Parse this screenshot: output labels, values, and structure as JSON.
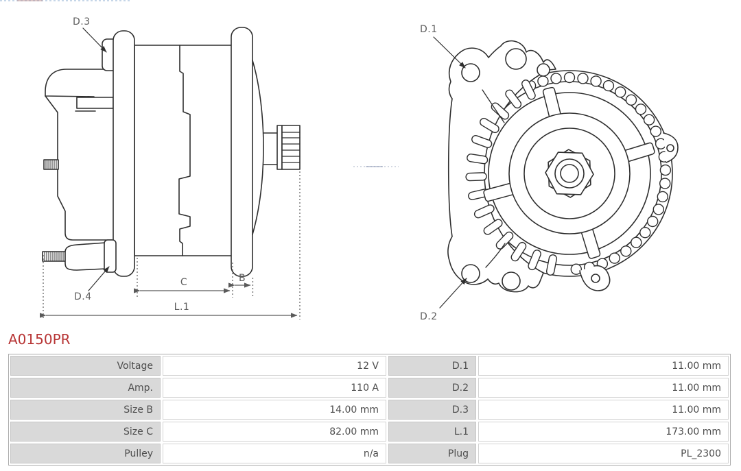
{
  "part_number": "A0150PR",
  "diagram": {
    "labels": {
      "d1": "D.1",
      "d2": "D.2",
      "d3": "D.3",
      "d4": "D.4",
      "b": "B",
      "c": "C",
      "l1": "L.1"
    }
  },
  "specs": {
    "rows": [
      {
        "label1": "Voltage",
        "value1": "12 V",
        "label2": "D.1",
        "value2": "11.00 mm"
      },
      {
        "label1": "Amp.",
        "value1": "110 A",
        "label2": "D.2",
        "value2": "11.00 mm"
      },
      {
        "label1": "Size B",
        "value1": "14.00 mm",
        "label2": "D.3",
        "value2": "11.00 mm"
      },
      {
        "label1": "Size C",
        "value1": "82.00 mm",
        "label2": "L.1",
        "value2": "173.00 mm"
      },
      {
        "label1": "Pulley",
        "value1": "n/a",
        "label2": "Plug",
        "value2": "PL_2300"
      }
    ]
  },
  "colors": {
    "part_number_red": "#b73434",
    "line_art": "#2e2e2e",
    "table_label_bg": "#d9d9d9",
    "table_text": "#4d4d4d"
  }
}
